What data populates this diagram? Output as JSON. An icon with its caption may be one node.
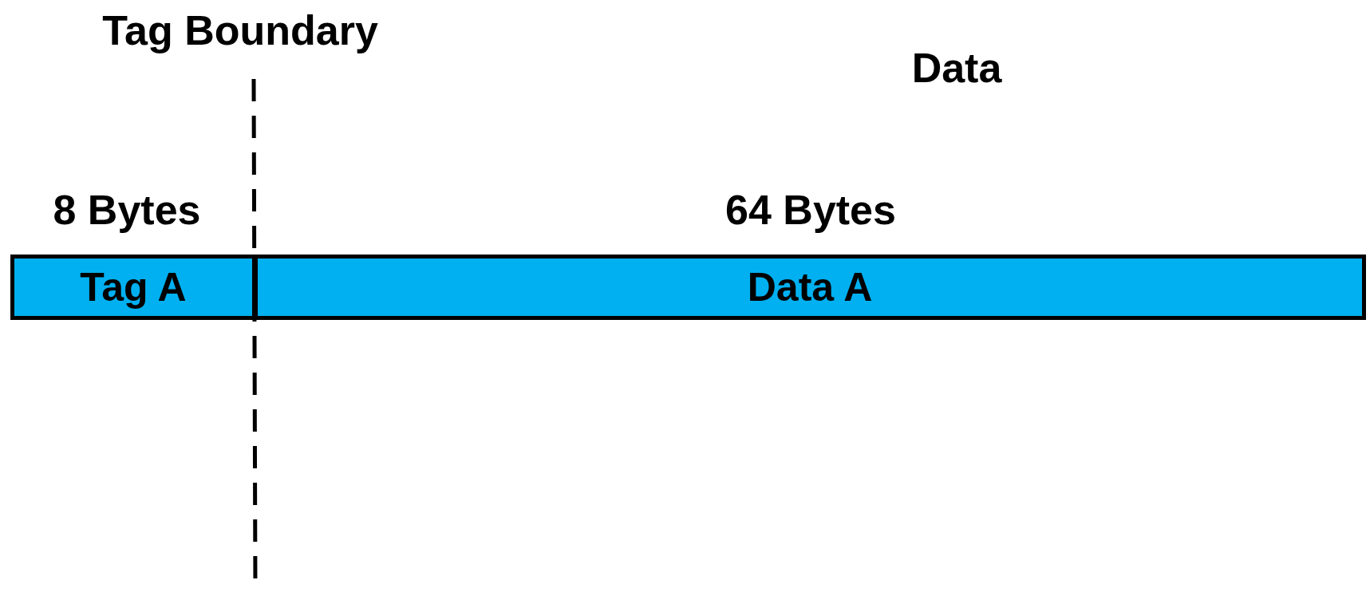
{
  "diagram": {
    "nodes": [
      {
        "text": [
          "Tag A"
        ]
      },
      {
        "text": [
          "Data A"
        ]
      }
    ],
    "labels": [
      "Tag Boundary",
      "Data",
      "8 Bytes",
      "64 Bytes"
    ]
  }
}
